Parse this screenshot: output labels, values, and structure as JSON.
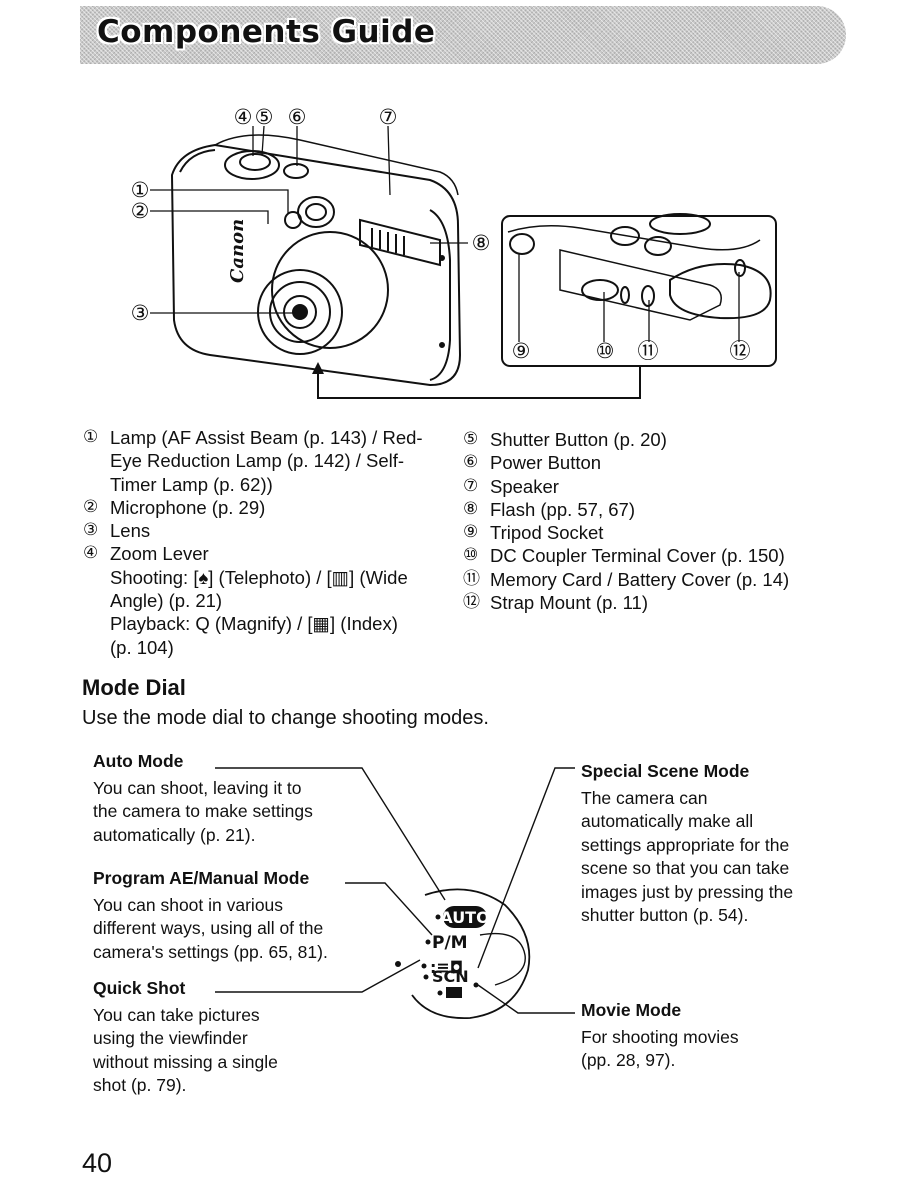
{
  "header": {
    "title": "Components Guide"
  },
  "callouts": [
    "④",
    "⑤",
    "⑥",
    "⑦",
    "①",
    "②",
    "③",
    "⑧",
    "⑨",
    "⑩",
    "⑪",
    "⑫"
  ],
  "camera": {
    "brand": "Canon"
  },
  "components_left": [
    {
      "num": "①",
      "lines": [
        "Lamp (AF Assist Beam (p. 143) / Red-",
        "Eye Reduction Lamp (p. 142) / Self-",
        "Timer Lamp (p. 62))"
      ]
    },
    {
      "num": "②",
      "lines": [
        "Microphone (p. 29)"
      ]
    },
    {
      "num": "③",
      "lines": [
        "Lens"
      ]
    },
    {
      "num": "④",
      "lines": [
        "Zoom Lever",
        "Shooting: [♠] (Telephoto) / [▥] (Wide",
        "Angle) (p. 21)",
        "Playback: Q (Magnify) / [▦] (Index)",
        "(p. 104)"
      ]
    }
  ],
  "components_right": [
    {
      "num": "⑤",
      "text": "Shutter Button (p. 20)"
    },
    {
      "num": "⑥",
      "text": "Power Button"
    },
    {
      "num": "⑦",
      "text": "Speaker"
    },
    {
      "num": "⑧",
      "text": "Flash (pp. 57, 67)"
    },
    {
      "num": "⑨",
      "text": "Tripod Socket"
    },
    {
      "num": "⑩",
      "text": "DC Coupler Terminal Cover (p. 150)"
    },
    {
      "num": "⑪",
      "text": "Memory Card / Battery Cover (p. 14)"
    },
    {
      "num": "⑫",
      "text": "Strap Mount (p. 11)"
    }
  ],
  "mode_dial": {
    "title": "Mode Dial",
    "description": "Use the mode dial to change shooting modes.",
    "dial_labels": [
      "AUTO",
      "P/M",
      "SCN"
    ],
    "modes": [
      {
        "name": "Auto Mode",
        "lines": [
          "You can shoot, leaving it to",
          "the camera to make settings",
          "automatically (p. 21)."
        ]
      },
      {
        "name": "Program AE/Manual Mode",
        "lines": [
          "You can shoot in various",
          "different ways, using all of the",
          "camera's settings (pp. 65, 81)."
        ]
      },
      {
        "name": "Quick Shot",
        "lines": [
          "You can take pictures",
          "using the viewfinder",
          "without missing a single",
          "shot (p. 79)."
        ]
      },
      {
        "name": "Special Scene Mode",
        "lines": [
          "The camera can",
          "automatically make all",
          "settings appropriate for the",
          "scene so that you can take",
          "images just by pressing the",
          "shutter button (p. 54)."
        ]
      },
      {
        "name": "Movie Mode",
        "lines": [
          "For shooting movies",
          "(pp. 28, 97)."
        ]
      }
    ]
  },
  "page_number": "40"
}
